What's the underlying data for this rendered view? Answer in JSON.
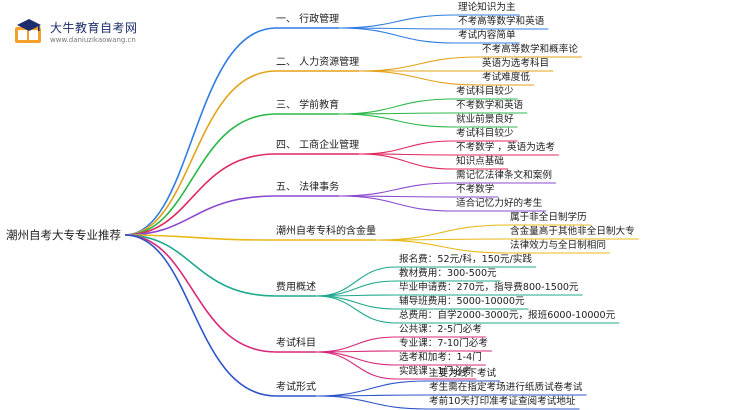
{
  "logo": {
    "name": "大牛教育自考网",
    "url": "www.daniuzikaowang.cn"
  },
  "root": "潮州自考大专专业推荐",
  "branches": [
    {
      "label": "一、 行政管理",
      "color": "#2f7de1",
      "children": [
        "理论知识为主",
        "不考高等数学和英语",
        "考试内容简单"
      ]
    },
    {
      "label": "二、 人力资源管理",
      "color": "#e3a21a",
      "children": [
        "不考高等数学和概率论",
        "英语为选考科目",
        "考试难度低"
      ]
    },
    {
      "label": "三、 学前教育",
      "color": "#2db84a",
      "children": [
        "考试科目较少",
        "不考数学和英语",
        "就业前景良好"
      ]
    },
    {
      "label": "四、 工商企业管理",
      "color": "#e0295f",
      "children": [
        "考试科目较少",
        "不考数学 ，英语为选考",
        "知识点基础"
      ]
    },
    {
      "label": "五、 法律事务",
      "color": "#8b4ad0",
      "children": [
        "需记忆法律条文和案例",
        "不考数学",
        "适合记忆力好的考生"
      ]
    },
    {
      "label": "潮州自考专科的含金量",
      "color": "#e8b816",
      "children": [
        "属于非全日制学历",
        "含金量高于其他非全日制大专",
        "法律效力与全日制相同"
      ]
    },
    {
      "label": "费用概述",
      "color": "#20a98f",
      "children": [
        "报名费：52元/科，150元/实践",
        "教材费用：300-500元",
        "毕业申请费：270元，指导费800-1500元",
        "辅导班费用：5000-10000元",
        "总费用：自学2000-3000元，报班6000-10000元"
      ]
    },
    {
      "label": "考试科目",
      "color": "#d8287a",
      "children": [
        "公共课：2-5门必考",
        "专业课：7-10门必考",
        "选考和加考：1-4门",
        "实践课：1门必考"
      ]
    },
    {
      "label": "考试形式",
      "color": "#2d55c8",
      "children": [
        "主要为线下考试",
        "考生需在指定考场进行纸质试卷考试",
        "考前10天打印准考证查阅考试地址"
      ]
    }
  ]
}
